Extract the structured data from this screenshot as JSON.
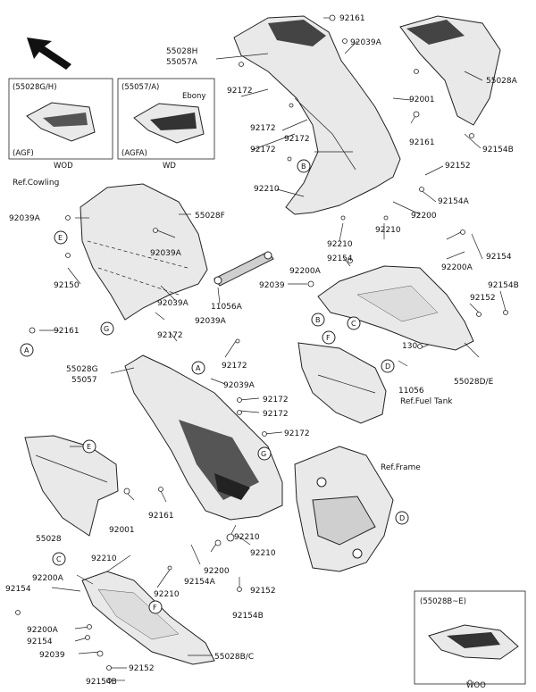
{
  "inset_left": {
    "code": "(55028G/H)",
    "note": "(AGF)",
    "caption": "WOD"
  },
  "inset_mid": {
    "code": "(55057/A)",
    "note2": "Ebony",
    "note": "(AGFA)",
    "caption": "WD"
  },
  "inset_bottom": {
    "code": "(55028B~E)",
    "caption": "WOO"
  },
  "refs": {
    "cowling": "Ref.Cowling",
    "fuel_tank": "Ref.Fuel Tank",
    "frame": "Ref.Frame"
  },
  "callouts": [
    "A",
    "B",
    "C",
    "D",
    "E",
    "F",
    "G"
  ],
  "labels": {
    "p55028H_55057A": [
      "55028H",
      "55057A"
    ],
    "p92161_top": "92161",
    "p92039A_top": "92039A",
    "p55028A": "55028A",
    "p92172_a": "92172",
    "p92001_top": "92001",
    "p92172_b": "92172",
    "p92172_c": "92172",
    "p92172_d": "92172",
    "p92161_mid": "92161",
    "p92154B_top": "92154B",
    "p92152_top": "92152",
    "p92210_a": "92210",
    "p92154A_top": "92154A",
    "p92200_top": "92200",
    "p92039A_left": "92039A",
    "p55028F": "55028F",
    "p92039A_mid": "92039A",
    "p92150": "92150",
    "p92210_b": "92210",
    "p92210_c": "92210",
    "p92154_a": "92154",
    "p92154_b": "92154",
    "p92200A_a": "92200A",
    "p92200A_b": "92200A",
    "p92039": "92039",
    "p11056A": "11056A",
    "p92039A_low1": "92039A",
    "p92039A_low2": "92039A",
    "p92152_r": "92152",
    "p92154B_r": "92154B",
    "p92161_left": "92161",
    "p92172_e": "92172",
    "p92172_f": "92172",
    "p55028G_55057": [
      "55028G",
      "55057"
    ],
    "p92039A_mid2": "92039A",
    "p92172_g": "92172",
    "p92172_h": "92172",
    "p92172_i": "92172",
    "p130": "130",
    "p11056": "11056",
    "p55028DE": "55028D/E",
    "p55028": "55028",
    "p92001_low": "92001",
    "p92161_low": "92161",
    "p92210_d": "92210",
    "p92200_low": "92200",
    "p92154A_low": "92154A",
    "p92210_e": "92210",
    "p92210_f": "92210",
    "p92154_low1": "92154",
    "p92200A_low": "92200A",
    "p92200A_low2": "92200A",
    "p92154_low2": "92154",
    "p92039_low": "92039",
    "p92152_low": "92152",
    "p92154B_low": "92154B",
    "p55028BC": "55028B/C",
    "p92152_lowr": "92152",
    "p92154B_lowr": "92154B"
  },
  "icons": {
    "direction": "front-arrow-icon"
  }
}
